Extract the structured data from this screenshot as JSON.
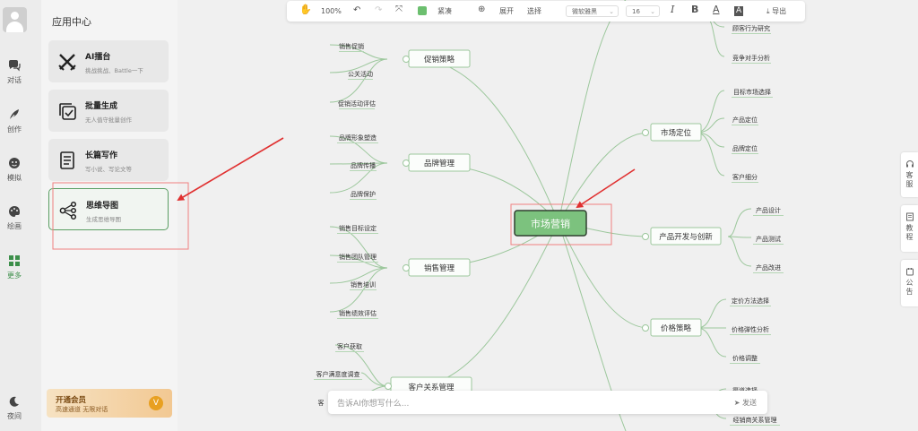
{
  "rail": {
    "items": [
      {
        "label": "对话",
        "icon": "chat-icon"
      },
      {
        "label": "创作",
        "icon": "feather-icon"
      },
      {
        "label": "模拟",
        "icon": "theater-icon"
      },
      {
        "label": "绘画",
        "icon": "palette-icon"
      },
      {
        "label": "更多",
        "icon": "grid-icon"
      },
      {
        "label": "夜间",
        "icon": "moon-icon"
      }
    ],
    "active": "更多"
  },
  "panel": {
    "title": "应用中心",
    "cards": [
      {
        "title": "AI擂台",
        "sub": "挑战挑战、Battle一下",
        "icon": "swords-icon"
      },
      {
        "title": "批量生成",
        "sub": "无人值守批量创作",
        "icon": "batch-icon"
      },
      {
        "title": "长篇写作",
        "sub": "写小说、写论文等",
        "icon": "document-icon"
      },
      {
        "title": "思维导图",
        "sub": "生成思维导图",
        "icon": "mindmap-icon"
      }
    ],
    "vip": {
      "title": "开通会员",
      "sub": "高速通道 无限对话",
      "badge": "V"
    }
  },
  "toolbar": {
    "zoom": "100%",
    "compact": "紧凑",
    "expand": "展开",
    "select": "选择",
    "font": "微软雅黑",
    "size": "16",
    "export": "导出",
    "accent": "#6cbf6f"
  },
  "mindmap": {
    "center": "市场营销",
    "left": [
      {
        "label": "促销策略",
        "children": [
          "销售促销",
          "公关活动",
          "促销活动评估"
        ]
      },
      {
        "label": "品牌管理",
        "children": [
          "品牌形象塑造",
          "品牌传播",
          "品牌保护"
        ]
      },
      {
        "label": "销售管理",
        "children": [
          "销售目标设定",
          "销售团队管理",
          "销售培训",
          "销售绩效评估"
        ]
      },
      {
        "label": "客户关系管理",
        "children": [
          "客户获取",
          "客户满意度调查",
          "客"
        ]
      }
    ],
    "right": [
      {
        "label": "",
        "children": [
          "顾客行为研究",
          "竞争对手分析"
        ]
      },
      {
        "label": "市场定位",
        "children": [
          "目标市场选择",
          "产品定位",
          "品牌定位",
          "客户细分"
        ]
      },
      {
        "label": "产品开发与创新",
        "children": [
          "产品设计",
          "产品测试",
          "产品改进"
        ]
      },
      {
        "label": "价格策略",
        "children": [
          "定价方法选择",
          "价格弹性分析",
          "价格调整"
        ]
      },
      {
        "label": "",
        "children": [
          "渠道选择",
          "经销商关系管理"
        ]
      }
    ]
  },
  "prompt": {
    "placeholder": "告诉AI你想写什么...",
    "send": "发送"
  },
  "sidebar_right": [
    {
      "label": "客服",
      "icon": "headset-icon"
    },
    {
      "label": "教程",
      "icon": "book-icon"
    },
    {
      "label": "公告",
      "icon": "notice-icon"
    }
  ],
  "colors": {
    "brand": "#3c8f4a",
    "branch": "#8fbf8f",
    "center": "#7cc27e",
    "annotation": "#e03030"
  }
}
